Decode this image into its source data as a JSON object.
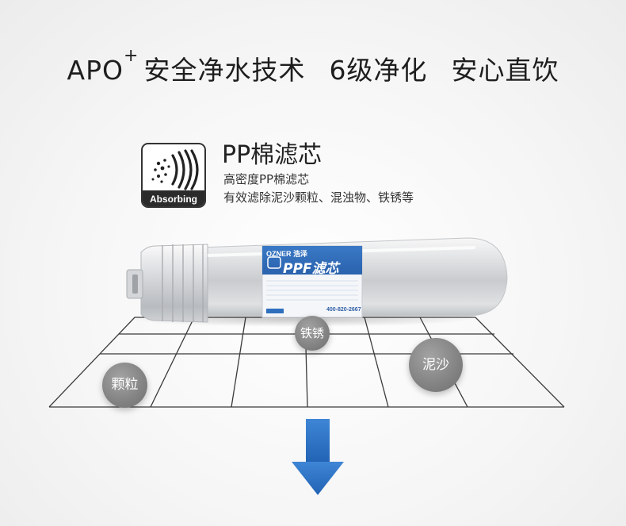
{
  "headline": {
    "apo": "APO",
    "plus": "+",
    "part1": "安全净水技术",
    "part2": "6级净化",
    "part3": "安心直饮"
  },
  "filter_info": {
    "badge_label": "Absorbing",
    "badge_icon": "absorbing-waves-icon",
    "title": "PP棉滤芯",
    "line1": "高密度PP棉滤芯",
    "line2": "有效滤除泥沙颗粒、混浊物、铁锈等"
  },
  "product_label": {
    "brand": "OZNER",
    "brand_cn": "浩泽",
    "name": "PPF滤芯",
    "hotline": "400-820-2667"
  },
  "particles": {
    "rust": "铁锈",
    "sand": "泥沙",
    "grains": "颗粒"
  },
  "colors": {
    "label_blue": "#2f6fbd",
    "arrow_blue": "#2a6fc0",
    "bubble_gray": "#888888"
  }
}
